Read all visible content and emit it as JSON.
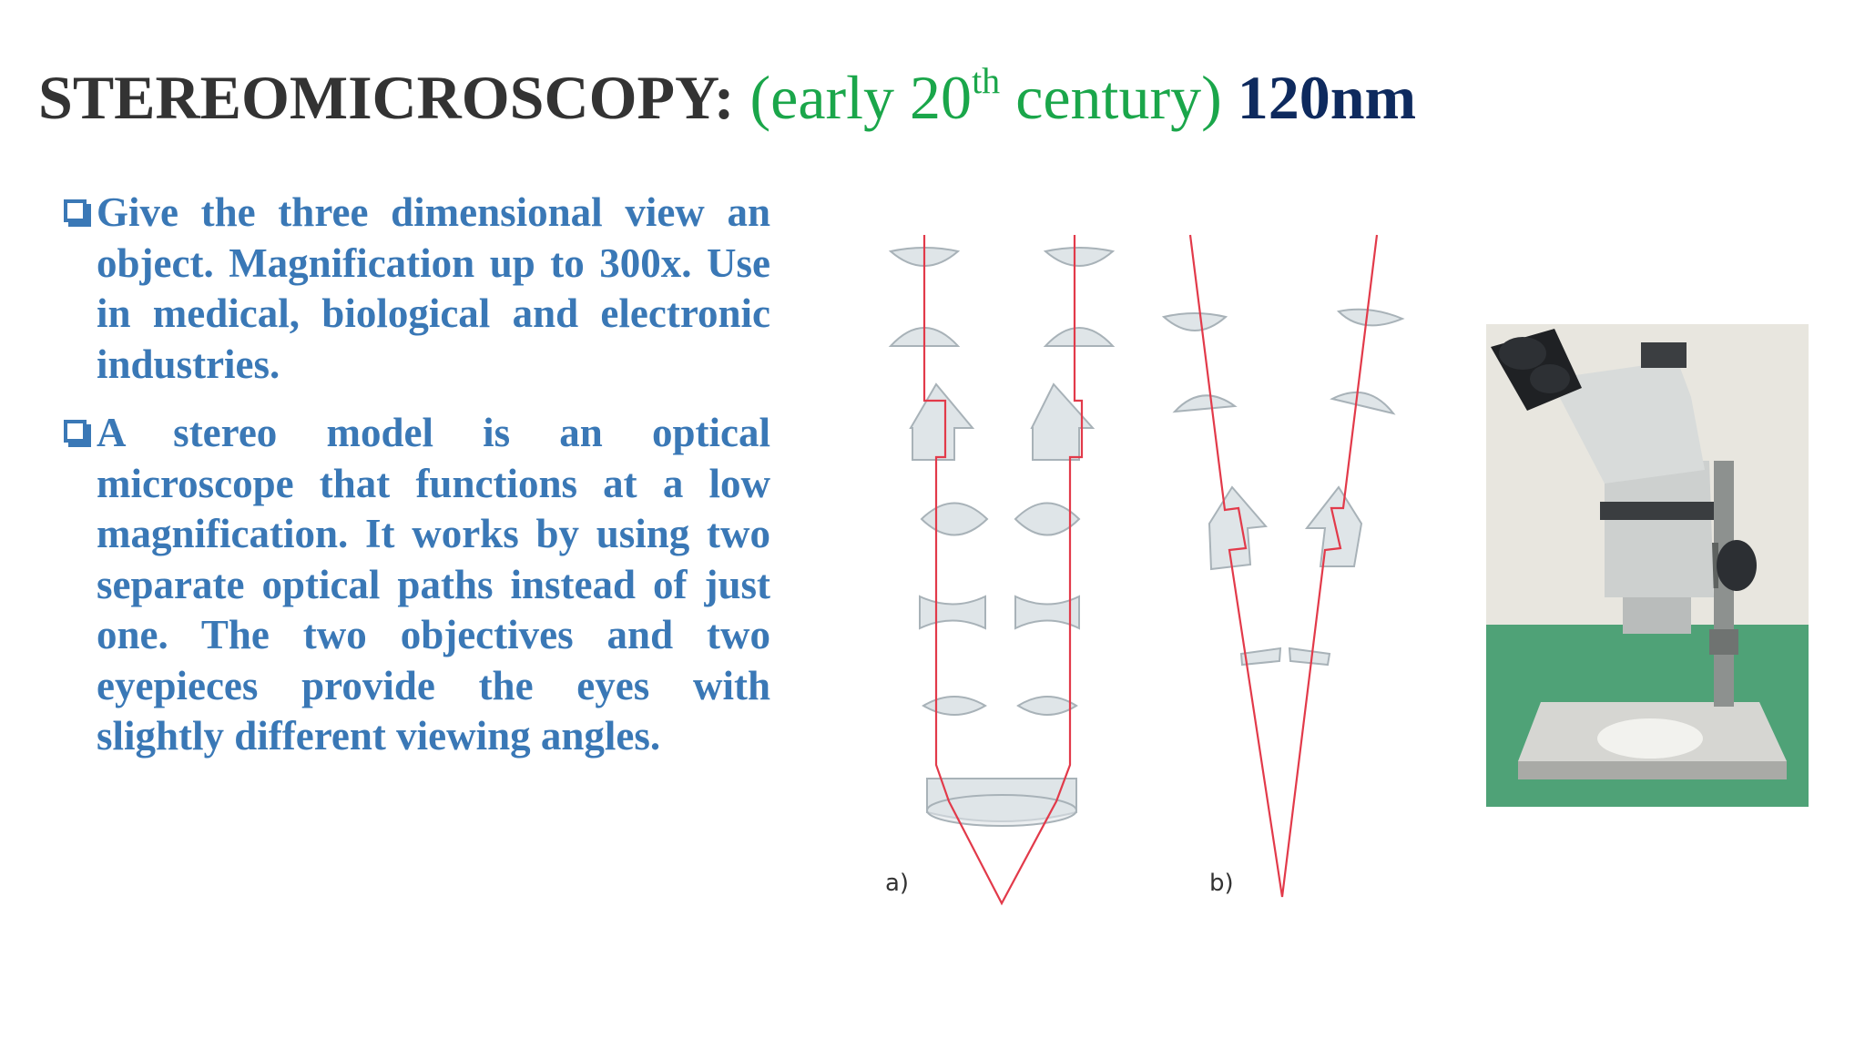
{
  "slide": {
    "title_main": "STEREOMICROSCOPY:",
    "title_era_prefix": "(early 20",
    "title_era_sup": "th",
    "title_era_suffix": " century)",
    "title_resolution": "120nm"
  },
  "bullets": [
    "Give the three dimensional view an object. Magnification up to 300x. Use in medical, biological and electronic industries.",
    "A stereo model is an optical microscope that functions at a low magnification. It works by using two separate optical paths instead of just one. The two objectives and two eyepieces provide the eyes with slightly different viewing angles."
  ],
  "diagram": {
    "label_a": "a)",
    "label_b": "b)"
  },
  "colors": {
    "title": "#333333",
    "era": "#1aa64a",
    "resolution": "#0e2a5e",
    "bullet_text": "#3a78b6",
    "ray": "#e23a4a"
  }
}
